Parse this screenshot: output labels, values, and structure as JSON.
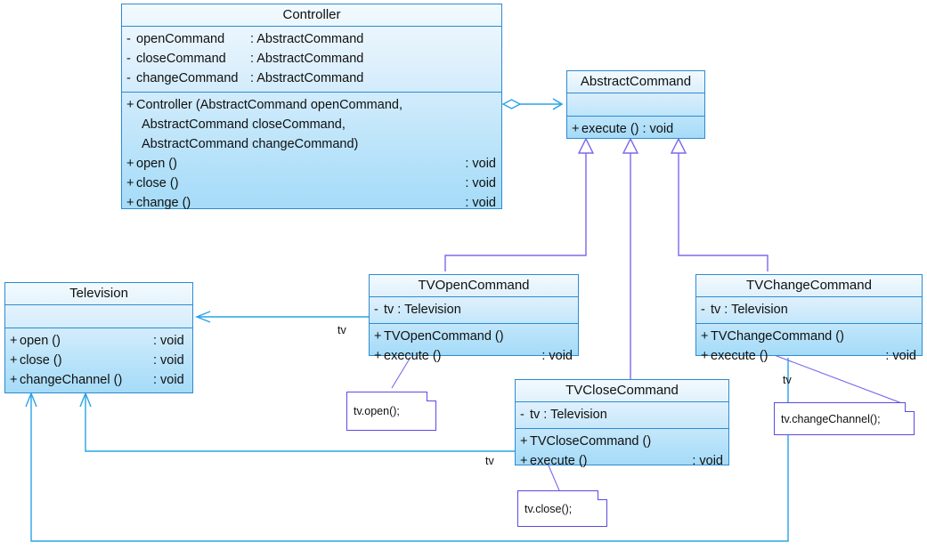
{
  "diagram": {
    "title": "Command Pattern UML Class Diagram",
    "colors": {
      "class_border": "#2E8BD0",
      "class_fill_top": "#f2fafe",
      "class_fill_bottom": "#a5dbf8",
      "inheritance_line": "#7B68EE",
      "association_line": "#29A3E8",
      "note_border": "#5B4BE0",
      "note_fill": "#ffffff",
      "text": "#101010"
    }
  },
  "classes": {
    "controller": {
      "name": "Controller",
      "attributes": [
        {
          "visibility": "-",
          "name": "openCommand",
          "type": ": AbstractCommand"
        },
        {
          "visibility": "-",
          "name": "closeCommand",
          "type": ": AbstractCommand"
        },
        {
          "visibility": "-",
          "name": "changeCommand",
          "type": ": AbstractCommand"
        }
      ],
      "operations": [
        {
          "visibility": "+",
          "name": "Controller (AbstractCommand openCommand,",
          "type": ""
        },
        {
          "visibility": "",
          "name": "AbstractCommand closeCommand,",
          "type": "",
          "continuation": true
        },
        {
          "visibility": "",
          "name": "AbstractCommand changeCommand)",
          "type": "",
          "continuation": true
        },
        {
          "visibility": "+",
          "name": "open ()",
          "type": ": void"
        },
        {
          "visibility": "+",
          "name": "close ()",
          "type": ": void"
        },
        {
          "visibility": "+",
          "name": "change ()",
          "type": ": void"
        }
      ]
    },
    "abstract_command": {
      "name": "AbstractCommand",
      "attributes": [],
      "operations": [
        {
          "visibility": "+",
          "name": "execute ()  : void",
          "type": ""
        }
      ]
    },
    "television": {
      "name": "Television",
      "attributes": [],
      "operations": [
        {
          "visibility": "+",
          "name": "open ()",
          "type": ": void"
        },
        {
          "visibility": "+",
          "name": "close ()",
          "type": ": void"
        },
        {
          "visibility": "+",
          "name": "changeChannel ()",
          "type": ": void"
        }
      ]
    },
    "tv_open_command": {
      "name": "TVOpenCommand",
      "attributes": [
        {
          "visibility": "-",
          "name": "tv  : Television",
          "type": ""
        }
      ],
      "operations": [
        {
          "visibility": "+",
          "name": "TVOpenCommand ()",
          "type": ""
        },
        {
          "visibility": "+",
          "name": "execute ()",
          "type": ": void"
        }
      ]
    },
    "tv_close_command": {
      "name": "TVCloseCommand",
      "attributes": [
        {
          "visibility": "-",
          "name": "tv  : Television",
          "type": ""
        }
      ],
      "operations": [
        {
          "visibility": "+",
          "name": "TVCloseCommand ()",
          "type": ""
        },
        {
          "visibility": "+",
          "name": "execute ()",
          "type": ": void"
        }
      ]
    },
    "tv_change_command": {
      "name": "TVChangeCommand",
      "attributes": [
        {
          "visibility": "-",
          "name": "tv  : Television",
          "type": ""
        }
      ],
      "operations": [
        {
          "visibility": "+",
          "name": "TVChangeCommand ()",
          "type": ""
        },
        {
          "visibility": "+",
          "name": "execute ()",
          "type": ": void"
        }
      ]
    }
  },
  "notes": {
    "open_note": {
      "text": "tv.open();"
    },
    "close_note": {
      "text": "tv.close();"
    },
    "change_note": {
      "text": "tv.changeChannel();"
    }
  },
  "edge_labels": {
    "tv_open": "tv",
    "tv_close": "tv",
    "tv_change": "tv"
  }
}
